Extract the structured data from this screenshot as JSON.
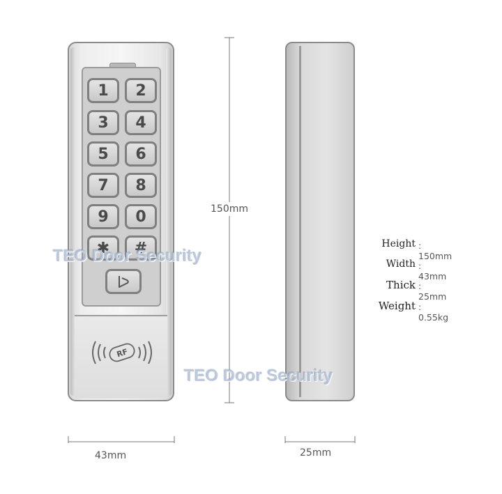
{
  "keypad": {
    "keys": [
      "1",
      "2",
      "3",
      "4",
      "5",
      "6",
      "7",
      "8",
      "9",
      "0",
      "✱",
      "#"
    ],
    "bell_icon": "bell-icon",
    "rf_label": "RF"
  },
  "dimensions": {
    "height_label": "150mm",
    "width_label": "43mm",
    "thickness_label": "25mm"
  },
  "specs": [
    {
      "label": "Height",
      "value": ": 150mm"
    },
    {
      "label": "Width",
      "value": ": 43mm"
    },
    {
      "label": "Thick",
      "value": ": 25mm"
    },
    {
      "label": "Weight",
      "value": ": 0.55kg"
    }
  ],
  "watermarks": [
    "TEO Door Security",
    "TEO Door Security"
  ],
  "colors": {
    "watermark": "#a0b2cd",
    "outline": "#8a8a8a"
  }
}
